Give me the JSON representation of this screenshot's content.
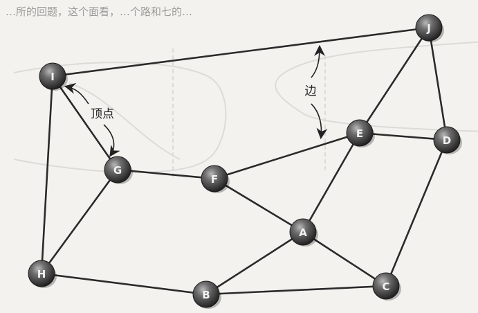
{
  "header_text": "…所的回题，这个面看，…个路和七的…",
  "annotations": {
    "vertex": "顶点",
    "edge": "边"
  },
  "nodes": [
    {
      "id": "I",
      "label": "I"
    },
    {
      "id": "J",
      "label": "J"
    },
    {
      "id": "G",
      "label": "G"
    },
    {
      "id": "F",
      "label": "F"
    },
    {
      "id": "E",
      "label": "E"
    },
    {
      "id": "D",
      "label": "D"
    },
    {
      "id": "A",
      "label": "A"
    },
    {
      "id": "H",
      "label": "H"
    },
    {
      "id": "B",
      "label": "B"
    },
    {
      "id": "C",
      "label": "C"
    }
  ],
  "edges": [
    [
      "I",
      "J"
    ],
    [
      "I",
      "G"
    ],
    [
      "I",
      "H"
    ],
    [
      "J",
      "E"
    ],
    [
      "J",
      "D"
    ],
    [
      "G",
      "F"
    ],
    [
      "G",
      "H"
    ],
    [
      "F",
      "E"
    ],
    [
      "F",
      "A"
    ],
    [
      "E",
      "D"
    ],
    [
      "E",
      "A"
    ],
    [
      "D",
      "C"
    ],
    [
      "A",
      "B"
    ],
    [
      "A",
      "C"
    ],
    [
      "H",
      "B"
    ],
    [
      "B",
      "C"
    ]
  ],
  "colors": {
    "edge": "#2a2a2a",
    "node_dark": "#3a3a3a",
    "node_light": "#9a9a9a",
    "background": "#f3f2ee"
  }
}
